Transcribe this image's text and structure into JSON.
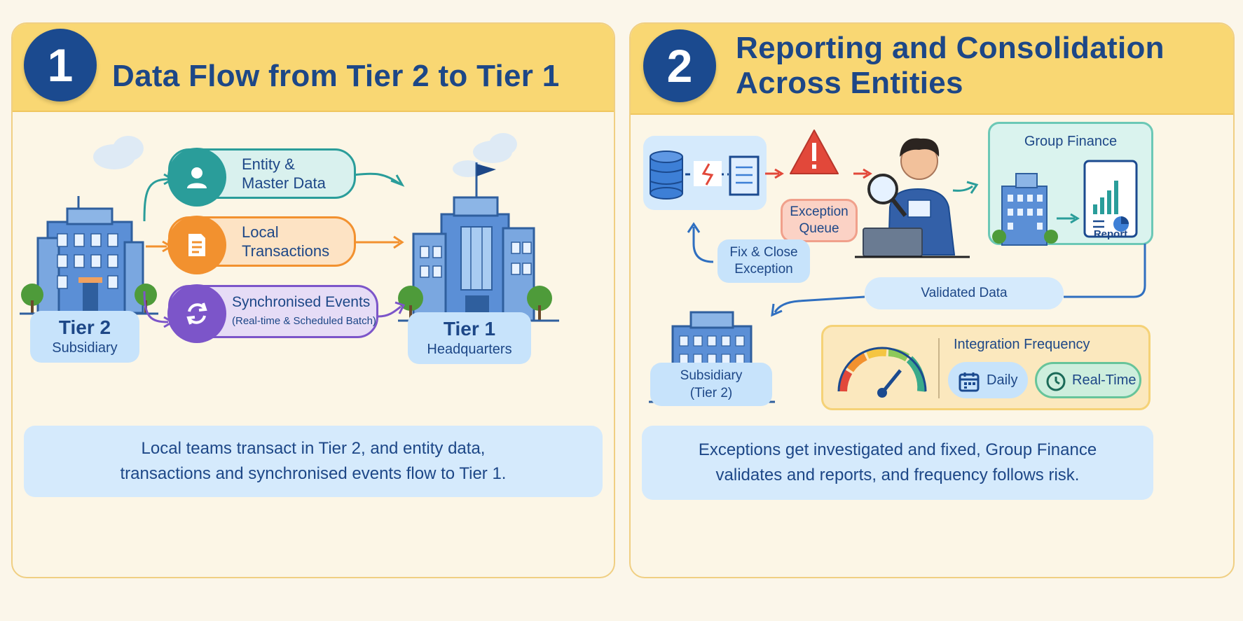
{
  "panel1": {
    "number": "1",
    "title": "Data Flow from Tier 2 to Tier 1",
    "flows": [
      {
        "line1": "Entity &",
        "line2": "Master Data",
        "icon": "user-icon"
      },
      {
        "line1": "Local",
        "line2": "Transactions",
        "icon": "document-icon"
      },
      {
        "line1": "Synchronised Events",
        "line2": "(Real-time & Scheduled Batch)",
        "icon": "sync-icon"
      }
    ],
    "source": {
      "title": "Tier 2",
      "subtitle": "Subsidiary"
    },
    "target": {
      "title": "Tier 1",
      "subtitle": "Headquarters"
    },
    "caption_line1": "Local teams transact in Tier 2, and entity data,",
    "caption_line2": "transactions and synchronised events flow to Tier 1."
  },
  "panel2": {
    "number": "2",
    "title_line1": "Reporting and Consolidation",
    "title_line2": "Across Entities",
    "exception_line1": "Exception",
    "exception_line2": "Queue",
    "group_finance": "Group Finance",
    "report_label": "Report",
    "fix_line1": "Fix & Close",
    "fix_line2": "Exception",
    "validated": "Validated Data",
    "subsidiary_line1": "Subsidiary",
    "subsidiary_line2": "(Tier 2)",
    "frequency_title": "Integration Frequency",
    "daily": "Daily",
    "realtime": "Real-Time",
    "caption_line1": "Exceptions get investigated and fixed, Group Finance",
    "caption_line2": "validates and reports, and frequency follows risk."
  },
  "colors": {
    "navy": "#1b4a8f",
    "header": "#f9d773",
    "teal": "#2a9d9a",
    "orange": "#f2912f",
    "purple": "#7c55c9",
    "red": "#e2483a"
  }
}
